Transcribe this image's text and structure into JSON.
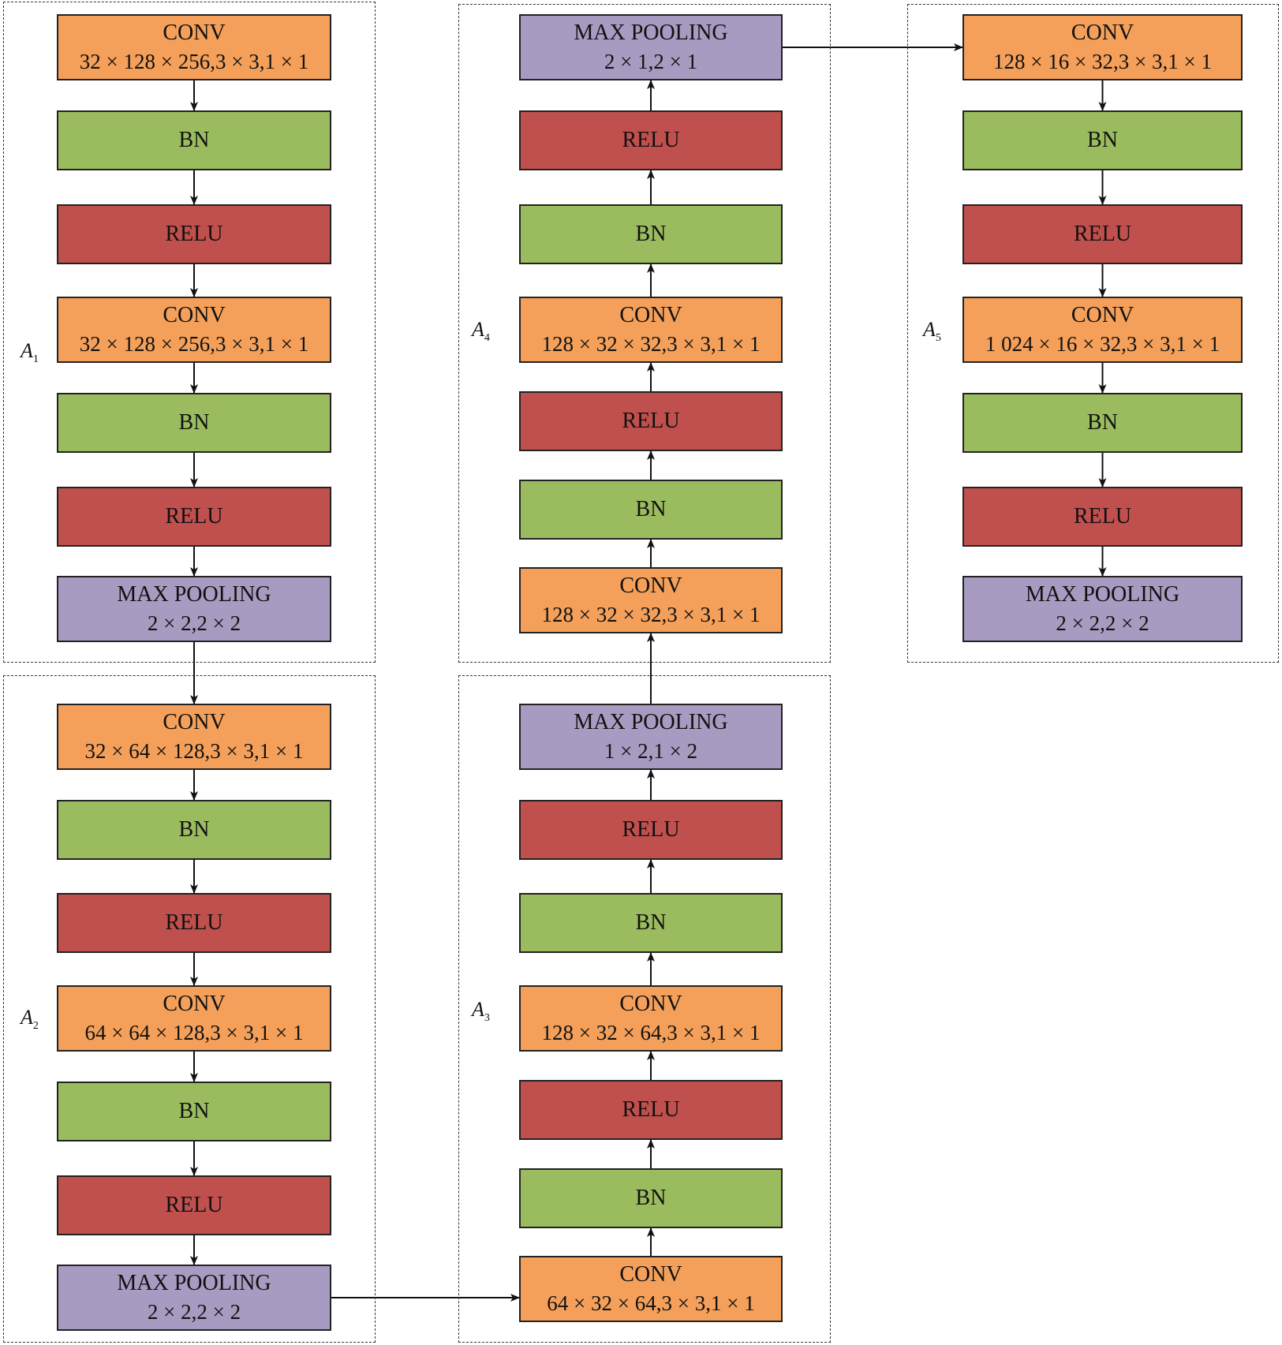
{
  "colors": {
    "conv": "#F4A05A",
    "bn": "#9BBB5F",
    "relu": "#C0504D",
    "pool": "#A89BC1"
  },
  "groups": [
    {
      "id": "A1",
      "label": "A",
      "sub": "1"
    },
    {
      "id": "A2",
      "label": "A",
      "sub": "2"
    },
    {
      "id": "A3",
      "label": "A",
      "sub": "3"
    },
    {
      "id": "A4",
      "label": "A",
      "sub": "4"
    },
    {
      "id": "A5",
      "label": "A",
      "sub": "5"
    }
  ],
  "nodes": {
    "a1_conv1": {
      "type": "conv",
      "line1": "CONV",
      "line2": "32 × 128 × 256,3 × 3,1 × 1"
    },
    "a1_bn1": {
      "type": "bn",
      "line1": "BN"
    },
    "a1_relu1": {
      "type": "relu",
      "line1": "RELU"
    },
    "a1_conv2": {
      "type": "conv",
      "line1": "CONV",
      "line2": "32 × 128 × 256,3 × 3,1 × 1"
    },
    "a1_bn2": {
      "type": "bn",
      "line1": "BN"
    },
    "a1_relu2": {
      "type": "relu",
      "line1": "RELU"
    },
    "a1_pool": {
      "type": "pool",
      "line1": "MAX POOLING",
      "line2": "2 × 2,2 × 2"
    },
    "a2_conv1": {
      "type": "conv",
      "line1": "CONV",
      "line2": "32 × 64 × 128,3 × 3,1 × 1"
    },
    "a2_bn1": {
      "type": "bn",
      "line1": "BN"
    },
    "a2_relu1": {
      "type": "relu",
      "line1": "RELU"
    },
    "a2_conv2": {
      "type": "conv",
      "line1": "CONV",
      "line2": "64 × 64 × 128,3 × 3,1 × 1"
    },
    "a2_bn2": {
      "type": "bn",
      "line1": "BN"
    },
    "a2_relu2": {
      "type": "relu",
      "line1": "RELU"
    },
    "a2_pool": {
      "type": "pool",
      "line1": "MAX POOLING",
      "line2": "2 × 2,2 × 2"
    },
    "a3_conv1": {
      "type": "conv",
      "line1": "CONV",
      "line2": "64 × 32 × 64,3 × 3,1 × 1"
    },
    "a3_bn1": {
      "type": "bn",
      "line1": "BN"
    },
    "a3_relu1": {
      "type": "relu",
      "line1": "RELU"
    },
    "a3_conv2": {
      "type": "conv",
      "line1": "CONV",
      "line2": "128 × 32 × 64,3 × 3,1 × 1"
    },
    "a3_bn2": {
      "type": "bn",
      "line1": "BN"
    },
    "a3_relu2": {
      "type": "relu",
      "line1": "RELU"
    },
    "a3_pool": {
      "type": "pool",
      "line1": "MAX POOLING",
      "line2": "1 × 2,1 × 2"
    },
    "a4_conv1": {
      "type": "conv",
      "line1": "CONV",
      "line2": "128 × 32 × 32,3 × 3,1 × 1"
    },
    "a4_bn1": {
      "type": "bn",
      "line1": "BN"
    },
    "a4_relu1": {
      "type": "relu",
      "line1": "RELU"
    },
    "a4_conv2": {
      "type": "conv",
      "line1": "CONV",
      "line2": "128 × 32 × 32,3 × 3,1 × 1"
    },
    "a4_bn2": {
      "type": "bn",
      "line1": "BN"
    },
    "a4_relu2": {
      "type": "relu",
      "line1": "RELU"
    },
    "a4_pool": {
      "type": "pool",
      "line1": "MAX POOLING",
      "line2": "2 × 1,2 × 1"
    },
    "a5_conv1": {
      "type": "conv",
      "line1": "CONV",
      "line2": "128 × 16 × 32,3 × 3,1 × 1"
    },
    "a5_bn1": {
      "type": "bn",
      "line1": "BN"
    },
    "a5_relu1": {
      "type": "relu",
      "line1": "RELU"
    },
    "a5_conv2": {
      "type": "conv",
      "line1": "CONV",
      "line2": "1 024 × 16 × 32,3 × 3,1 × 1"
    },
    "a5_bn2": {
      "type": "bn",
      "line1": "BN"
    },
    "a5_relu2": {
      "type": "relu",
      "line1": "RELU"
    },
    "a5_pool": {
      "type": "pool",
      "line1": "MAX POOLING",
      "line2": "2 × 2,2 × 2"
    }
  },
  "edges": [
    [
      "a1_conv1",
      "a1_bn1"
    ],
    [
      "a1_bn1",
      "a1_relu1"
    ],
    [
      "a1_relu1",
      "a1_conv2"
    ],
    [
      "a1_conv2",
      "a1_bn2"
    ],
    [
      "a1_bn2",
      "a1_relu2"
    ],
    [
      "a1_relu2",
      "a1_pool"
    ],
    [
      "a1_pool",
      "a2_conv1"
    ],
    [
      "a2_conv1",
      "a2_bn1"
    ],
    [
      "a2_bn1",
      "a2_relu1"
    ],
    [
      "a2_relu1",
      "a2_conv2"
    ],
    [
      "a2_conv2",
      "a2_bn2"
    ],
    [
      "a2_bn2",
      "a2_relu2"
    ],
    [
      "a2_relu2",
      "a2_pool"
    ],
    [
      "a2_pool",
      "a3_conv1"
    ],
    [
      "a3_conv1",
      "a3_bn1"
    ],
    [
      "a3_bn1",
      "a3_relu1"
    ],
    [
      "a3_relu1",
      "a3_conv2"
    ],
    [
      "a3_conv2",
      "a3_bn2"
    ],
    [
      "a3_bn2",
      "a3_relu2"
    ],
    [
      "a3_relu2",
      "a3_pool"
    ],
    [
      "a3_pool",
      "a4_conv1"
    ],
    [
      "a4_conv1",
      "a4_bn1"
    ],
    [
      "a4_bn1",
      "a4_relu1"
    ],
    [
      "a4_relu1",
      "a4_conv2"
    ],
    [
      "a4_conv2",
      "a4_bn2"
    ],
    [
      "a4_bn2",
      "a4_relu2"
    ],
    [
      "a4_relu2",
      "a4_pool"
    ],
    [
      "a4_pool",
      "a5_conv1"
    ],
    [
      "a5_conv1",
      "a5_bn1"
    ],
    [
      "a5_bn1",
      "a5_relu1"
    ],
    [
      "a5_relu1",
      "a5_conv2"
    ],
    [
      "a5_conv2",
      "a5_bn2"
    ],
    [
      "a5_bn2",
      "a5_relu2"
    ],
    [
      "a5_relu2",
      "a5_pool"
    ]
  ]
}
